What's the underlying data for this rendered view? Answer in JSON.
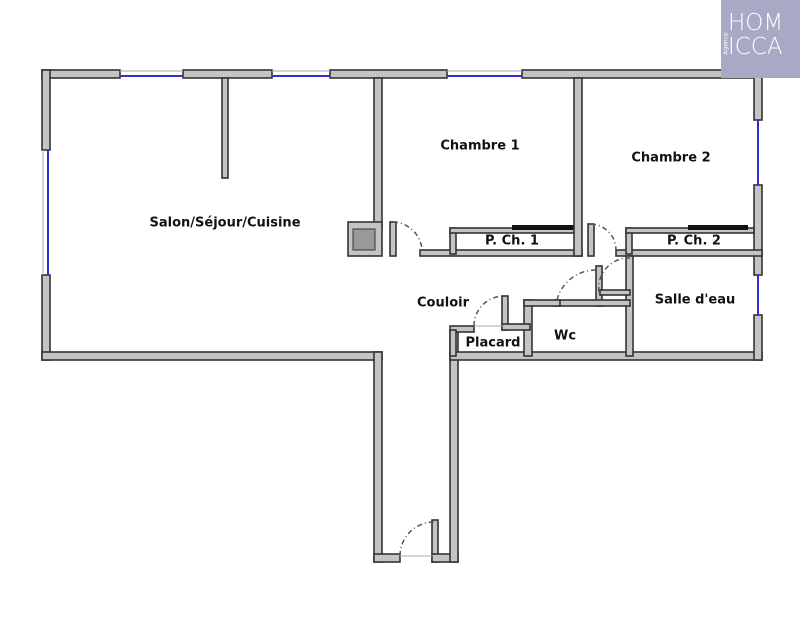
{
  "rooms": {
    "salon": "Salon/Séjour/Cuisine",
    "chambre1": "Chambre 1",
    "chambre2": "Chambre 2",
    "placard_ch1": "P. Ch. 1",
    "placard_ch2": "P. Ch. 2",
    "couloir": "Couloir",
    "salle_eau": "Salle d'eau",
    "wc": "Wc",
    "placard": "Placard"
  },
  "logo": {
    "line1": "HOM",
    "line2": "ICCA",
    "tagline": "Agence"
  },
  "colors": {
    "wall": "#c4c4c4",
    "window": "#3030d0",
    "logo_bg": "#a9a9c6"
  }
}
